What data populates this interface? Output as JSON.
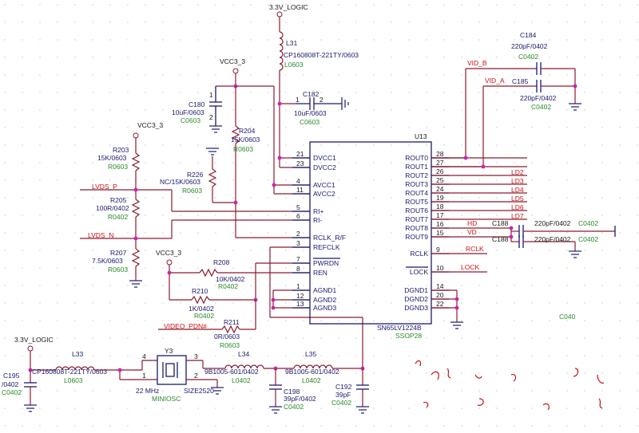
{
  "power": {
    "logic_top": "3.3V_LOGIC",
    "logic_left": "3.3V_LOGIC",
    "vcc_a": "VCC3_3",
    "vcc_b": "VCC3_3",
    "vcc_c": "VCC3_3"
  },
  "ic": {
    "ref": "U13",
    "part": "SN65LV1224B",
    "package": "SSOP28",
    "left_pins": [
      {
        "num": "21",
        "name": "DVCC1"
      },
      {
        "num": "23",
        "name": "DVCC2"
      },
      {
        "num": "4",
        "name": "AVCC1"
      },
      {
        "num": "11",
        "name": "AVCC2"
      },
      {
        "num": "5",
        "name": "RI+"
      },
      {
        "num": "6",
        "name": "RI-"
      },
      {
        "num": "2",
        "name": "RCLK_R/F"
      },
      {
        "num": "3",
        "name": "REFCLK"
      },
      {
        "num": "7",
        "name": "PWRDN"
      },
      {
        "num": "8",
        "name": "REN"
      },
      {
        "num": "1",
        "name": "AGND1"
      },
      {
        "num": "12",
        "name": "AGND2"
      },
      {
        "num": "13",
        "name": "AGND3"
      }
    ],
    "right_pins": [
      {
        "num": "28",
        "name": "ROUT0"
      },
      {
        "num": "27",
        "name": "ROUT1"
      },
      {
        "num": "26",
        "name": "ROUT2"
      },
      {
        "num": "25",
        "name": "ROUT3"
      },
      {
        "num": "24",
        "name": "ROUT4"
      },
      {
        "num": "19",
        "name": "ROUT5"
      },
      {
        "num": "18",
        "name": "ROUT6"
      },
      {
        "num": "17",
        "name": "ROUT7"
      },
      {
        "num": "16",
        "name": "ROUT8"
      },
      {
        "num": "15",
        "name": "ROUT9"
      },
      {
        "num": "9",
        "name": "RCLK"
      },
      {
        "num": "10",
        "name": "LOCK"
      },
      {
        "num": "14",
        "name": "DGND1"
      },
      {
        "num": "20",
        "name": "DGND2"
      },
      {
        "num": "22",
        "name": "DGND3"
      }
    ]
  },
  "nets": {
    "vid_b": "VID_B",
    "vid_a": "VID_A",
    "ld2": "LD2",
    "ld3": "LD3",
    "ld4": "LD4",
    "ld5": "LD5",
    "ld6": "LD6",
    "ld7": "LD7",
    "hd": "HD",
    "vd": "VD",
    "rclk": "RCLK",
    "lock": "LOCK",
    "lvds_p": "LVDS_P",
    "lvds_n": "LVDS_N",
    "video_pdn": "VIDEO_PDN#"
  },
  "components": {
    "L31": {
      "ref": "L31",
      "value": "CP160808T-221TY/0603",
      "pkg": "L0603"
    },
    "C182": {
      "ref": "C182",
      "value": "10uF/0603",
      "pkg": "C0603",
      "pin1": "1",
      "pin2": "2"
    },
    "C180": {
      "ref": "C180",
      "value": "10uF/0603",
      "pkg": "C0603",
      "pin1": "1",
      "pin2": "2"
    },
    "R204": {
      "ref": "R204",
      "value": "15K/0603",
      "pkg": "R0603"
    },
    "R203": {
      "ref": "R203",
      "value": "15K/0603",
      "pkg": "R0603"
    },
    "R226": {
      "ref": "R226",
      "value": "NC/15K/0603",
      "pkg": "R0603"
    },
    "R205": {
      "ref": "R205",
      "value": "100R/0402",
      "pkg": "R0402"
    },
    "R207": {
      "ref": "R207",
      "value": "7.5K/0603",
      "pkg": "R0603"
    },
    "R208": {
      "ref": "R208",
      "value": "10K/0402",
      "pkg": "R0402"
    },
    "R210": {
      "ref": "R210",
      "value": "1K/0402",
      "pkg": "R0402"
    },
    "R211": {
      "ref": "R211",
      "value": "0R/0603",
      "pkg": "R0603"
    },
    "C184": {
      "ref": "C184",
      "value": "220pF/0402",
      "pkg": "C0402"
    },
    "C185": {
      "ref": "C185",
      "value": "220pF/0402",
      "pkg": "C0402"
    },
    "C188a": {
      "ref": "C188",
      "value": "220pF/0402",
      "pkg": "C0402"
    },
    "C188b": {
      "ref": "C188",
      "value": "220pF/0402",
      "pkg": "C0402"
    },
    "L33": {
      "ref": "L33",
      "value": "CP160808T-221TY/0603",
      "pkg": "L0603"
    },
    "Y3": {
      "ref": "Y3",
      "value": "22 MHz",
      "size": "SIZE2520",
      "pkg": "MINIOSC",
      "p1": "1",
      "p2": "2",
      "p3": "3",
      "p4": "4"
    },
    "L34": {
      "ref": "L34",
      "value": "9B1005-601/0402",
      "pkg": "L0402"
    },
    "L35": {
      "ref": "L35",
      "value": "9B1005-601/0402",
      "pkg": "L0402"
    },
    "C198": {
      "ref": "C198",
      "value": "39pF/0402",
      "pkg": "C0402"
    },
    "C192": {
      "ref": "C192",
      "value": "39pF",
      "pkg": "C0402"
    },
    "C195": {
      "ref": "C195",
      "value": "/0402",
      "pkg": "C0402"
    }
  },
  "fragments": {
    "c0402_cut": "C040"
  }
}
